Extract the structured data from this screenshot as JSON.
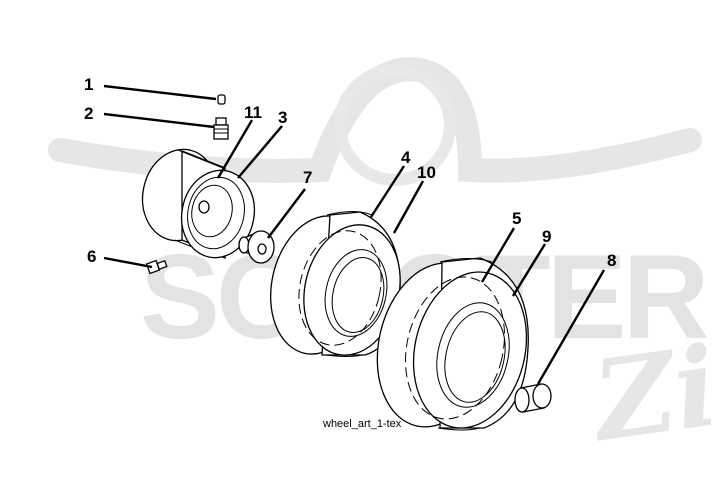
{
  "watermark": {
    "brand": "SCOOTER",
    "script": "Zip"
  },
  "callouts": [
    "1",
    "2",
    "11",
    "3",
    "7",
    "4",
    "10",
    "6",
    "5",
    "9",
    "8"
  ],
  "caption": "wheel_art_1-tex",
  "colors": {
    "line": "#000000",
    "watermark": "#e3e3e3",
    "background": "#ffffff"
  }
}
